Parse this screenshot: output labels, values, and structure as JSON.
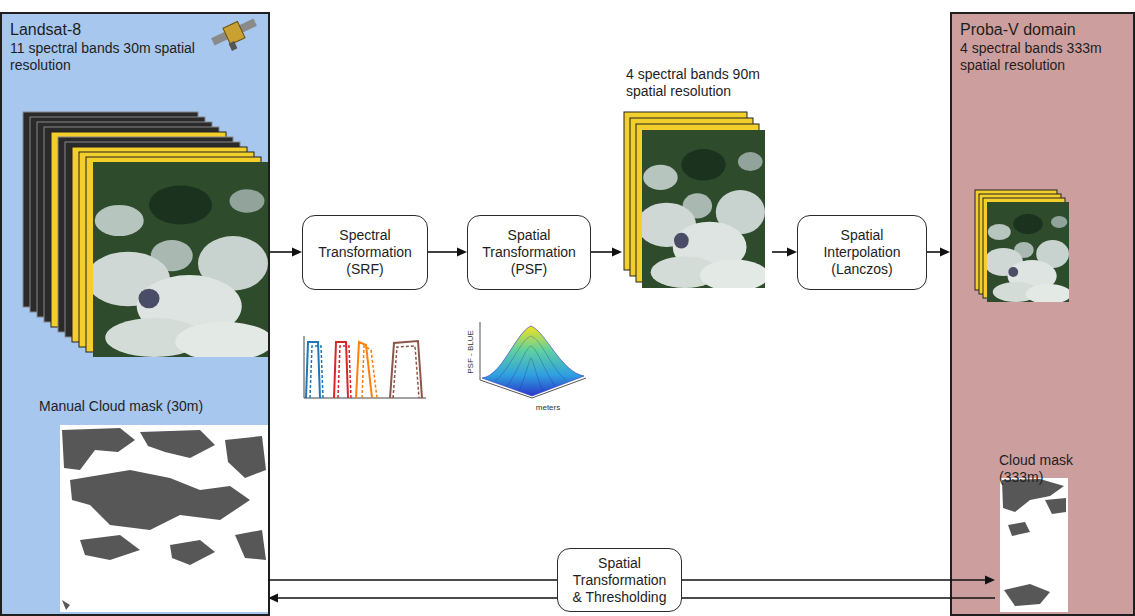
{
  "diagram": {
    "nodes": [
      {
        "text": [
          "Landsat-8",
          "11 spectral bands 30m spatial resolution"
        ]
      },
      {
        "text": [
          "Manual Cloud mask (30m)"
        ],
        "in": 0
      },
      {
        "text": [
          "Spectral Transformation (SRF)"
        ]
      },
      {
        "text": [
          "Spatial Transformation (PSF)"
        ]
      },
      {
        "text": [
          "4 spectral bands 90m spatial resolution"
        ]
      },
      {
        "text": [
          "Spatial Interpolation (Lanczos)"
        ]
      },
      {
        "text": [
          "Proba-V domain",
          "4 spectral bands 333m spatial resolution"
        ]
      },
      {
        "text": [
          "Cloud mask (333m)"
        ],
        "in": 6
      },
      {
        "text": [
          "Spatial Transformation & Thresholding"
        ]
      }
    ],
    "edges": [
      {
        "from": 0,
        "to": 2,
        "arrow": "to"
      },
      {
        "from": 2,
        "to": 3,
        "arrow": "to"
      },
      {
        "from": 3,
        "to": 4,
        "arrow": "to"
      },
      {
        "from": 4,
        "to": 5,
        "arrow": "to"
      },
      {
        "from": 5,
        "to": 6,
        "arrow": "to"
      },
      {
        "from": 1,
        "to": 8,
        "arrow": "none"
      },
      {
        "from": 8,
        "to": 7,
        "arrow": "to"
      },
      {
        "from": 7,
        "to": 8,
        "arrow": "none"
      },
      {
        "from": 8,
        "to": 1,
        "arrow": "to"
      }
    ],
    "labels": [
      "PSF - BLUE",
      "meters"
    ]
  }
}
